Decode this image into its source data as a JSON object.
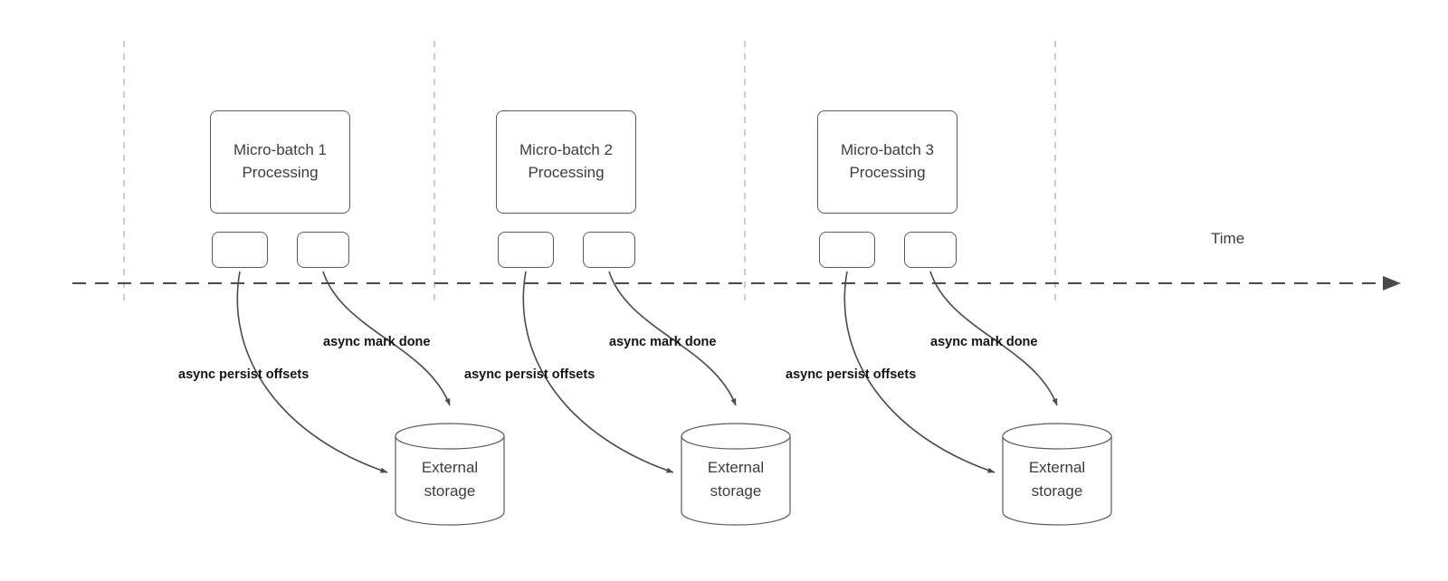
{
  "diagram": {
    "time_axis_label": "Time",
    "groups": [
      {
        "box_label": "Micro-batch 1\nProcessing",
        "persist_label": "async persist offsets",
        "mark_done_label": "async mark done",
        "storage_label": "External\nstorage"
      },
      {
        "box_label": "Micro-batch 2\nProcessing",
        "persist_label": "async persist offsets",
        "mark_done_label": "async mark done",
        "storage_label": "External\nstorage"
      },
      {
        "box_label": "Micro-batch 3\nProcessing",
        "persist_label": "async persist offsets",
        "mark_done_label": "async mark done",
        "storage_label": "External\nstorage"
      }
    ],
    "colors": {
      "stroke": "#4a4a4a",
      "guide_dash": "#bbbbbb",
      "text": "#3d3d3d"
    }
  }
}
